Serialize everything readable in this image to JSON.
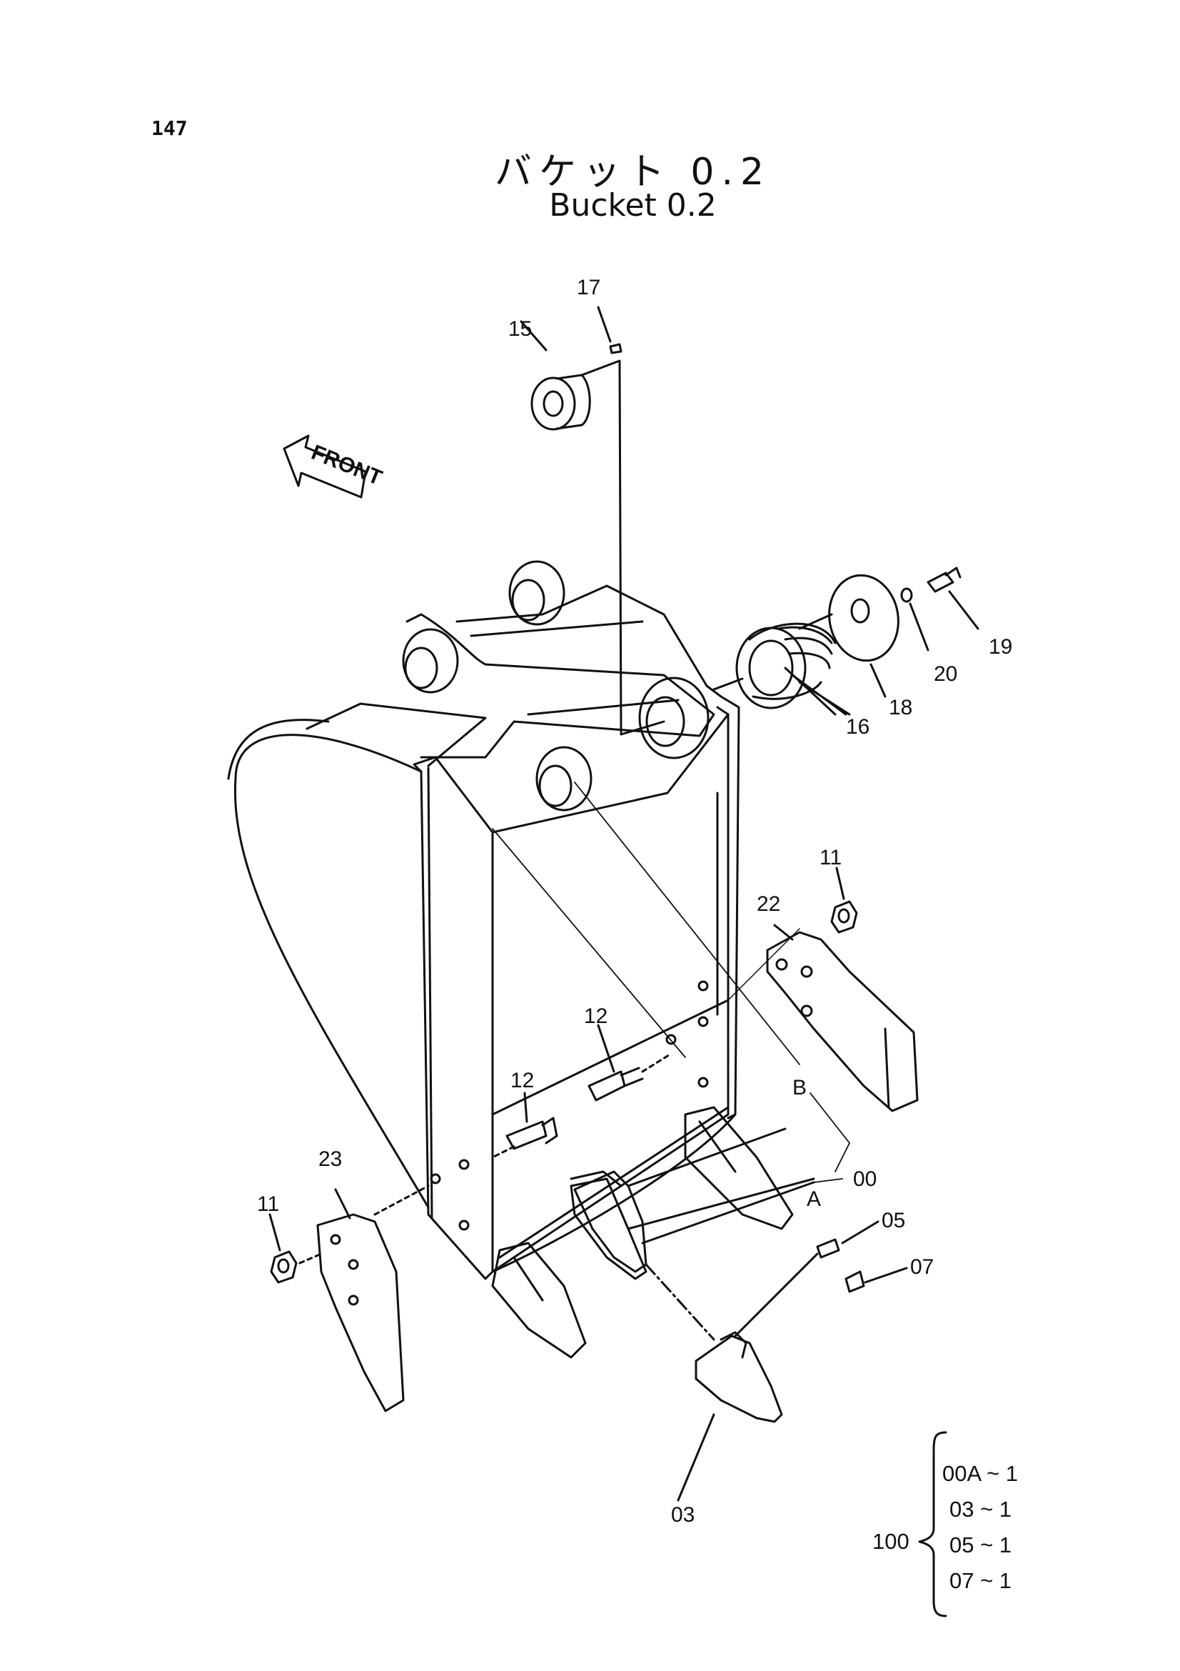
{
  "page_number": "147",
  "title_japanese": "バケット 0.2",
  "title_english": "Bucket 0.2",
  "front_label": "FRONT",
  "part_labels": {
    "p17": "17",
    "p15": "15",
    "p19": "19",
    "p20": "20",
    "p18": "18",
    "p16": "16",
    "p11a": "11",
    "p22": "22",
    "p12a": "12",
    "p12b": "12",
    "B": "B",
    "p00": "00",
    "p23": "23",
    "p11b": "11",
    "A": "A",
    "p05": "05",
    "p07": "07",
    "p03": "03"
  },
  "kit": {
    "number": "100",
    "items": [
      "00A ~ 1",
      "03 ~ 1",
      "05 ~ 1",
      "07 ~ 1"
    ]
  }
}
